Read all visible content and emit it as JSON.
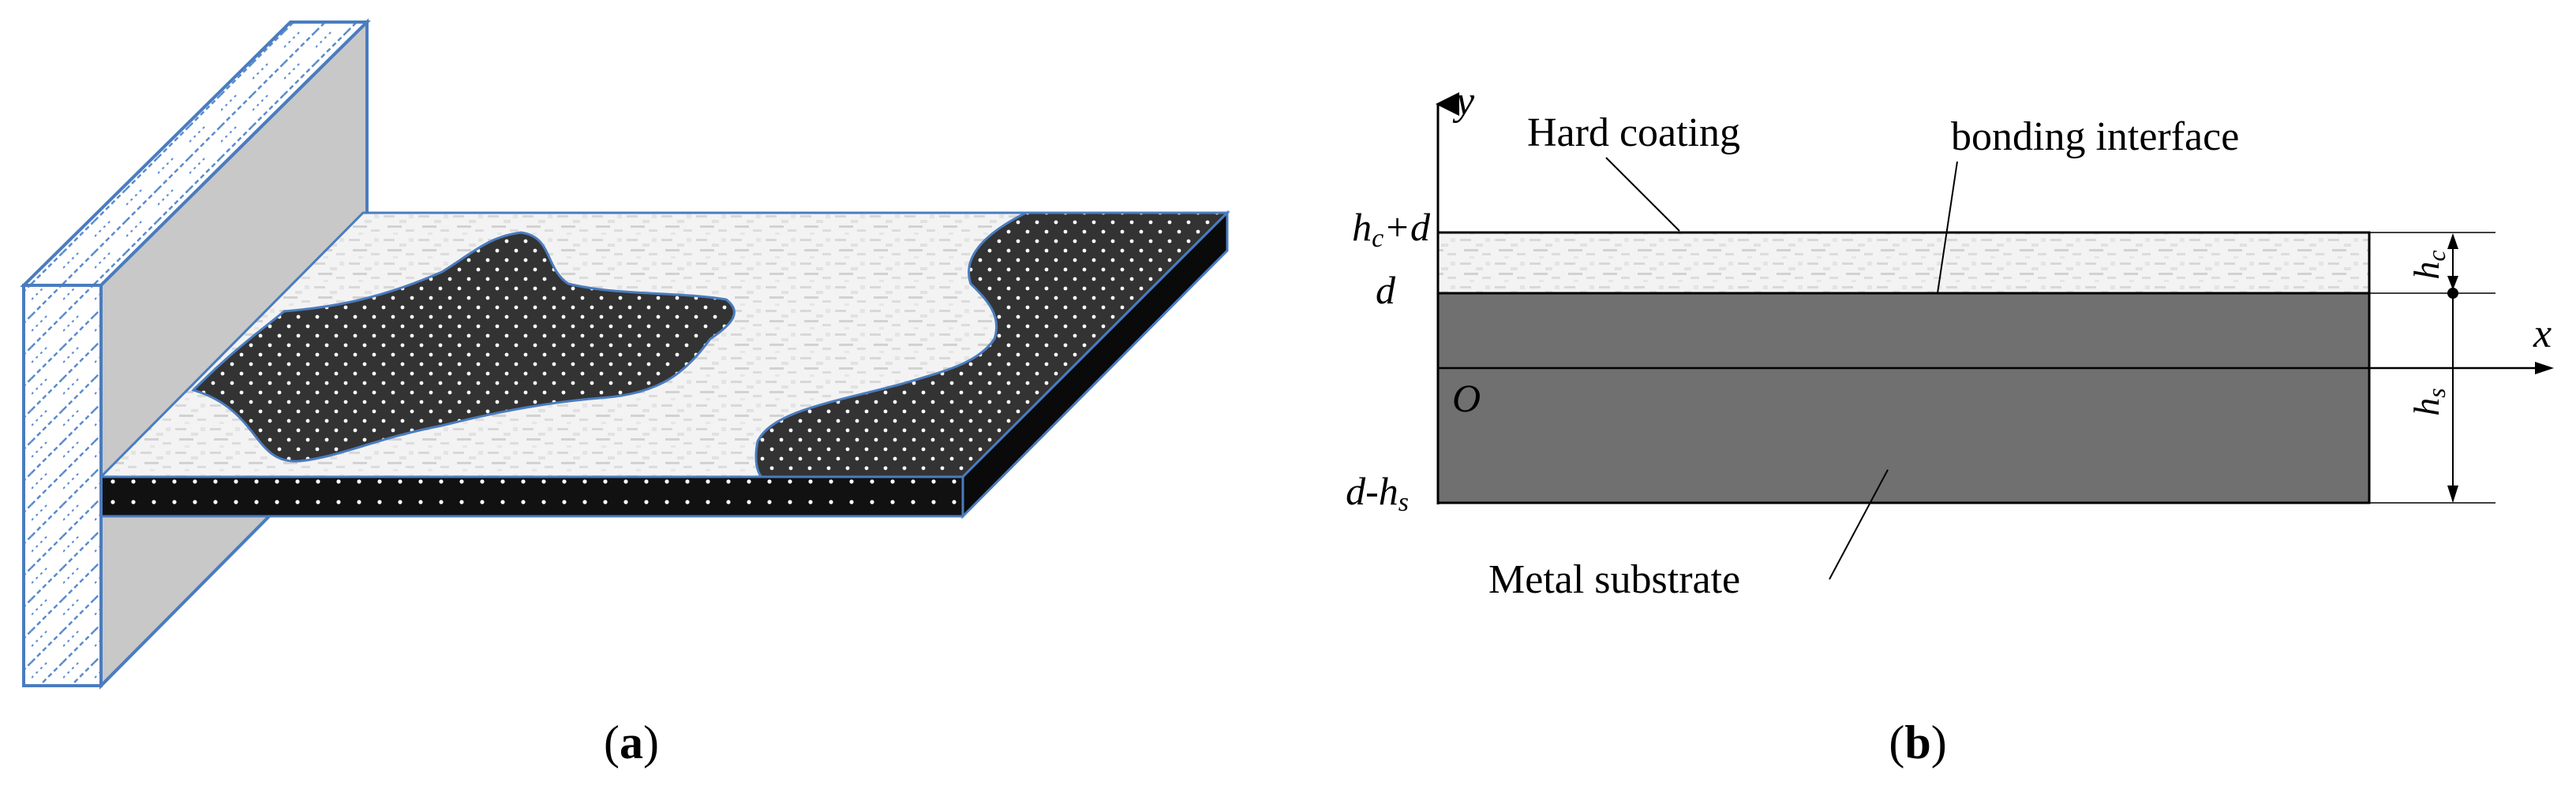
{
  "panel_a": {
    "caption_open": "(",
    "caption_letter": "a",
    "caption_close": ")"
  },
  "panel_b": {
    "caption_open": "(",
    "caption_letter": "b",
    "caption_close": ")",
    "axis_y": "y",
    "axis_x": "x",
    "origin": "O",
    "hard_coating_label": "Hard coating",
    "bonding_interface_label": "bonding interface",
    "metal_substrate_label": "Metal substrate",
    "tick_top": {
      "h": "h",
      "sub": "c",
      "tail": "+d"
    },
    "tick_mid": "d",
    "tick_bottom": {
      "head": "d-h",
      "sub": "s"
    },
    "dim_coating": {
      "h": "h",
      "sub": "c"
    },
    "dim_substrate": {
      "h": "h",
      "sub": "s"
    }
  },
  "colors": {
    "coating_light": "#f2f2f2",
    "substrate_gray": "#707070",
    "patch_dark": "#3a3a3a",
    "wall_blue": "#4a7cbf",
    "wall_side_gray": "#c8c8c8",
    "slab_edge_black": "#111111"
  }
}
